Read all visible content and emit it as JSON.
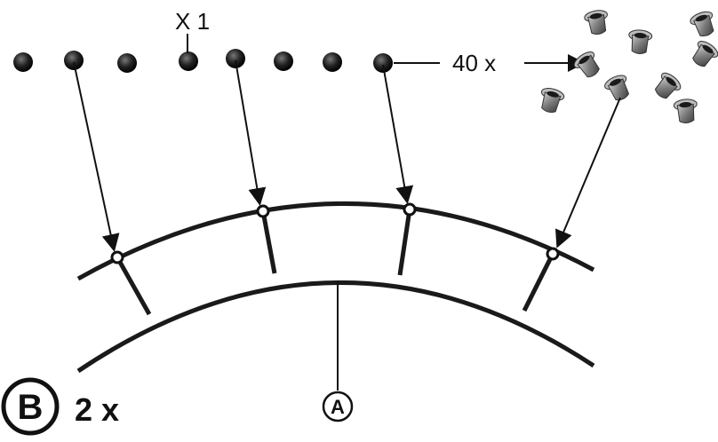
{
  "labels": {
    "x1": "X 1",
    "count_40": "40 x",
    "part_a": "A",
    "part_b": "B",
    "qty_b": "2 x"
  },
  "colors": {
    "ink": "#111111",
    "eyelet_body": "#6f6f6f",
    "eyelet_dark": "#2a2a2a"
  },
  "icons": {
    "eyelet": "eyelet-icon",
    "arrow": "arrow-head-icon"
  }
}
